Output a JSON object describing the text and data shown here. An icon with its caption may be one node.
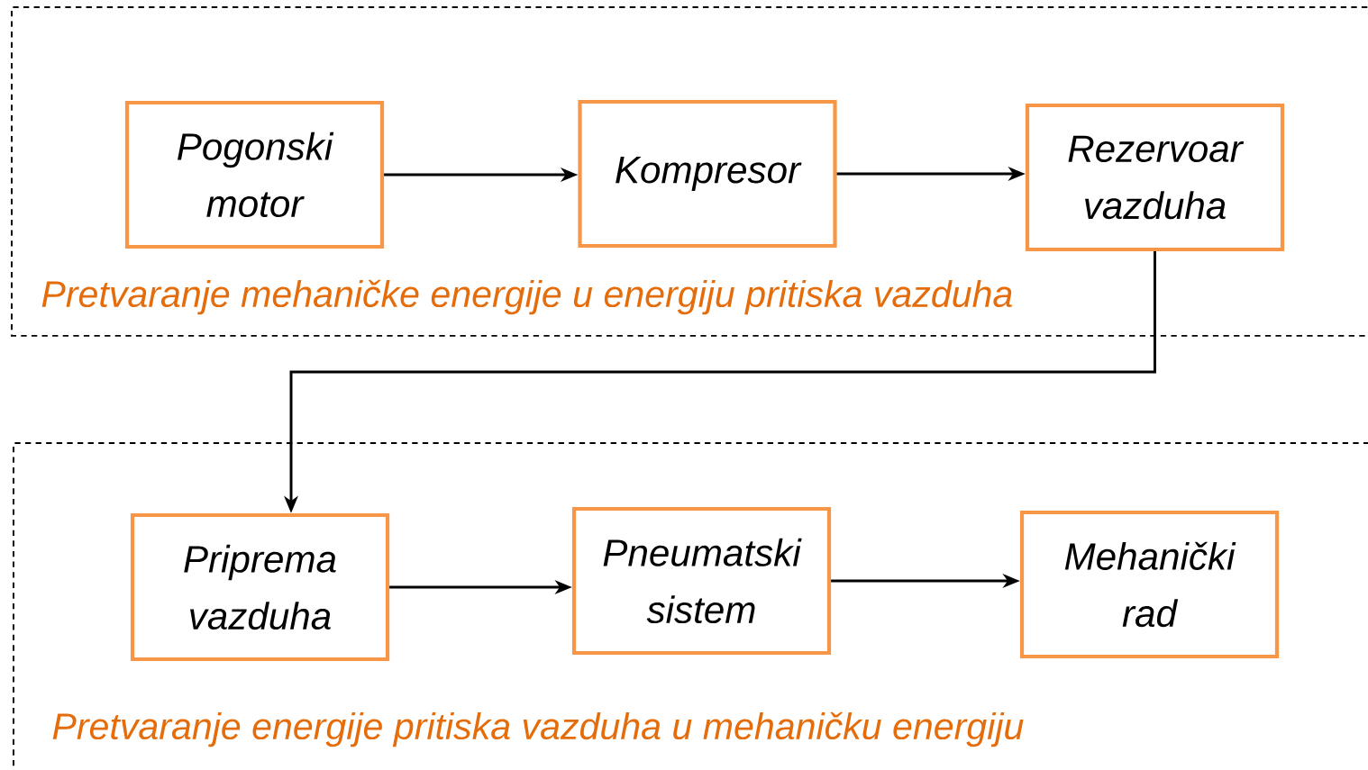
{
  "diagram": {
    "nodes": [
      {
        "text": [
          "Pretvaranje mehaničke energije u energiju pritiska vazduha"
        ]
      },
      {
        "text": [
          "Pogonski motor"
        ],
        "in": 0
      },
      {
        "text": [
          "Kompresor"
        ],
        "in": 0
      },
      {
        "text": [
          "Rezervoar vazduha"
        ],
        "in": 0
      },
      {
        "text": [
          "Pretvaranje energije pritiska vazduha u mehaničku energiju"
        ]
      },
      {
        "text": [
          "Priprema vazduha"
        ],
        "in": 4
      },
      {
        "text": [
          "Pneumatski sistem"
        ],
        "in": 4
      },
      {
        "text": [
          "Mehanički rad"
        ],
        "in": 4
      }
    ],
    "edges": [
      {
        "from": 1,
        "to": 2,
        "arrow": "to"
      },
      {
        "from": 2,
        "to": 3,
        "arrow": "to"
      },
      {
        "from": 3,
        "to": 5,
        "arrow": "to"
      },
      {
        "from": 5,
        "to": 6,
        "arrow": "to"
      },
      {
        "from": 6,
        "to": 7,
        "arrow": "to"
      }
    ]
  }
}
